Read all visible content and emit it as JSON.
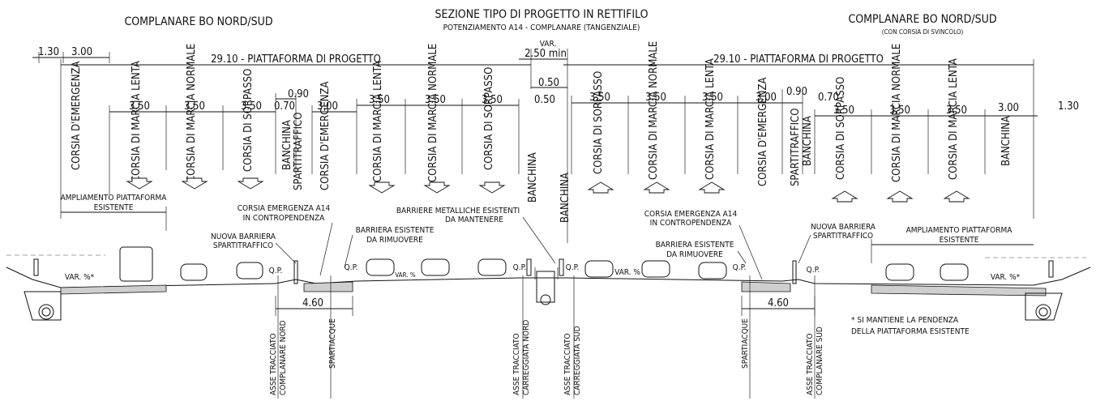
{
  "title": "SEZIONE TIPO DI PROGETTO IN RETTIFILO",
  "subtitle": "POTENZIAMENTO A14 - COMPLANARE (TANGENZIALE)",
  "left_header": "COMPLANARE BO NORD/SUD",
  "right_header": "COMPLANARE BO NORD/SUD",
  "right_header_sub": "(CON CORSIA DI SVINCOLO)",
  "dims": {
    "left_130": "1.30",
    "left_300": "3.00",
    "left_platform": "29.10 - PIATTAFORMA DI PROGETTO",
    "right_platform": "29.10 - PIATTAFORMA DI PROGETTO",
    "var_label": "VAR.",
    "var_min": "2.50 min",
    "c050a": "0.50",
    "c050b": "0.50",
    "l350a": "3.50",
    "l350b": "3.50",
    "l350c": "3.50",
    "l070": "0.70",
    "l090": "0.90",
    "l300": "3.00",
    "m350a": "3.50",
    "m350b": "3.50",
    "m350c": "3.50",
    "r350a": "3.50",
    "r350b": "3.50",
    "r350c": "3.50",
    "r300": "3.00",
    "r090": "0.90",
    "r070": "0.70",
    "rr350a": "3.50",
    "rr350b": "3.50",
    "rr350c": "3.50",
    "rr300": "3.00",
    "rr130": "1.30",
    "w460a": "4.60",
    "w460b": "4.60"
  },
  "lanes": {
    "l_emerg": "CORSIA D'EMERGENZA",
    "l_lenta": "CORSIA DI MARCIA LENTA",
    "l_normale": "CORSIA DI MARCIA NORMALE",
    "l_sorpasso": "CORSIA DI SORPASSO",
    "l_banchina": "BANCHINA",
    "l_spartitraffico": "SPARTITRAFFICO",
    "m_emerg": "CORSIA D'EMERGENZA",
    "m_lenta": "CORSIA DI MARCIA LENTA",
    "m_normale": "CORSIA DI MARCIA NORMALE",
    "m_sorpasso": "CORSIA DI SORPASSO",
    "m_banchina": "BANCHINA",
    "r_banchina": "BANCHINA",
    "r_sorpasso": "CORSIA DI SORPASSO",
    "r_normale": "CORSIA DI MARCIA NORMALE",
    "r_lenta": "CORSIA DI MARCIA LENTA",
    "r_emerg": "CORSIA D'EMERGENZA",
    "r_spartitraffico": "SPARTITRAFFICO",
    "r_banchina2": "BANCHINA",
    "rr_sorpasso": "CORSIA DI SORPASSO",
    "rr_normale": "CORSIA DI MARCIA NORMALE",
    "rr_lenta": "CORSIA DI MARCIA LENTA",
    "rr_banchina": "BANCHINA"
  },
  "notes": {
    "ampl_left_1": "AMPLIAMENTO PIATTAFORMA",
    "ampl_left_2": "ESISTENTE",
    "ampl_right_1": "AMPLIAMENTO PIATTAFORMA",
    "ampl_right_2": "ESISTENTE",
    "emerg_a14_left_1": "CORSIA EMERGENZA A14",
    "emerg_a14_left_2": "IN CONTROPENDENZA",
    "emerg_a14_right_1": "CORSIA EMERGENZA A14",
    "emerg_a14_right_2": "IN CONTROPENDENZA",
    "nuova_left_1": "NUOVA BARRIERA",
    "nuova_left_2": "SPARTITRAFFICO",
    "nuova_right_1": "NUOVA BARRIERA",
    "nuova_right_2": "SPARTITRAFFICO",
    "barr_es_left_1": "BARRIERA ESISTENTE",
    "barr_es_left_2": "DA RIMUOVERE",
    "barr_es_right_1": "BARRIERA ESISTENTE",
    "barr_es_right_2": "DA RIMUOVERE",
    "barr_met_1": "BARRIERE METALLICHE ESISTENTI",
    "barr_met_2": "DA MANTENERE",
    "op": "Q.P.",
    "var_pct_star": "VAR. %*",
    "var_pct": "VAR. %",
    "var_pct_small": "VAR. %",
    "footnote_1": "* SI MANTIENE LA PENDENZA",
    "footnote_2": "DELLA PIATTAFORMA ESISTENTE"
  },
  "axes": {
    "asse_compl_nord_1": "ASSE TRACCIATO",
    "asse_compl_nord_2": "COMPLANARE NORD",
    "spartiacque_l": "SPARTIACQUE",
    "asse_carr_nord_1": "ASSE TRACCIATO",
    "asse_carr_nord_2": "CARREGGIATA NORD",
    "asse_carr_sud_1": "ASSE TRACCIATO",
    "asse_carr_sud_2": "CARREGGIATA SUD",
    "spartiacque_r": "SPARTIACQUE",
    "asse_compl_sud_1": "ASSE TRACCIATO",
    "asse_compl_sud_2": "COMPLANARE SUD"
  }
}
